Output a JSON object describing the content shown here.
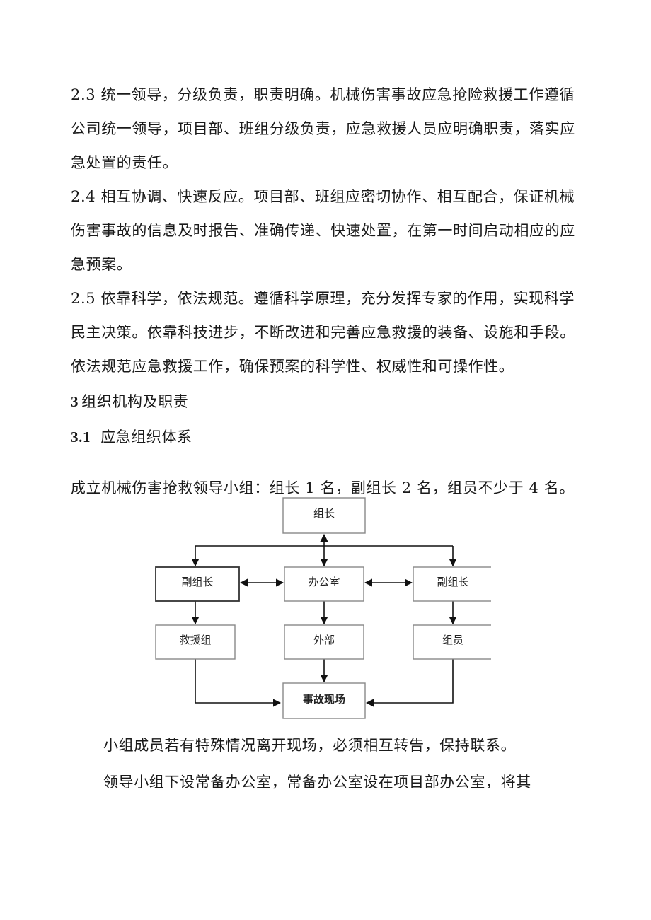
{
  "sections": {
    "p23": [
      "2.3  统一领导，分级负责，职责明确。机械伤害事故应急抢险救援工作遵循",
      "公司统一领导，项目部、班组分级负责，应急救援人员应明确职责，落实应",
      "急处置的责任。"
    ],
    "p24": [
      "2.4  相互协调、快速反应。项目部、班组应密切协作、相互配合，保证机械",
      "伤害事故的信息及时报告、准确传递、快速处置，在第一时间启动相应的应",
      "急预案。"
    ],
    "p25": [
      "2.5  依靠科学，依法规范。遵循科学原理，充分发挥专家的作用，实现科学",
      "民主决策。依靠科技进步，不断改进和完善应急救援的装备、设施和手段。",
      "依法规范应急救援工作，确保预案的科学性、权威性和可操作性。"
    ],
    "h3": {
      "num": "3",
      "text": "组织机构及职责"
    },
    "h31": {
      "num": "3.1",
      "text": "应急组织体系"
    },
    "intro": "成立机械伤害抢救领导小组：组长 1 名，副组长 2 名，组员不少于 4 名。",
    "note1": "小组成员若有特殊情况离开现场，必须相互转告，保持联系。",
    "note2": "领导小组下设常备办公室，常备办公室设在项目部办公室，将其"
  },
  "org_chart": {
    "leader": "组长",
    "deputy_left": "副组长",
    "office": "办公室",
    "deputy_right": "副组长",
    "rescue": "救援组",
    "external": "外部",
    "members": "组员",
    "scene": "事故现场"
  },
  "colors": {
    "box_border": "#888888",
    "arrow": "#111111",
    "text": "#1a1a1a"
  }
}
